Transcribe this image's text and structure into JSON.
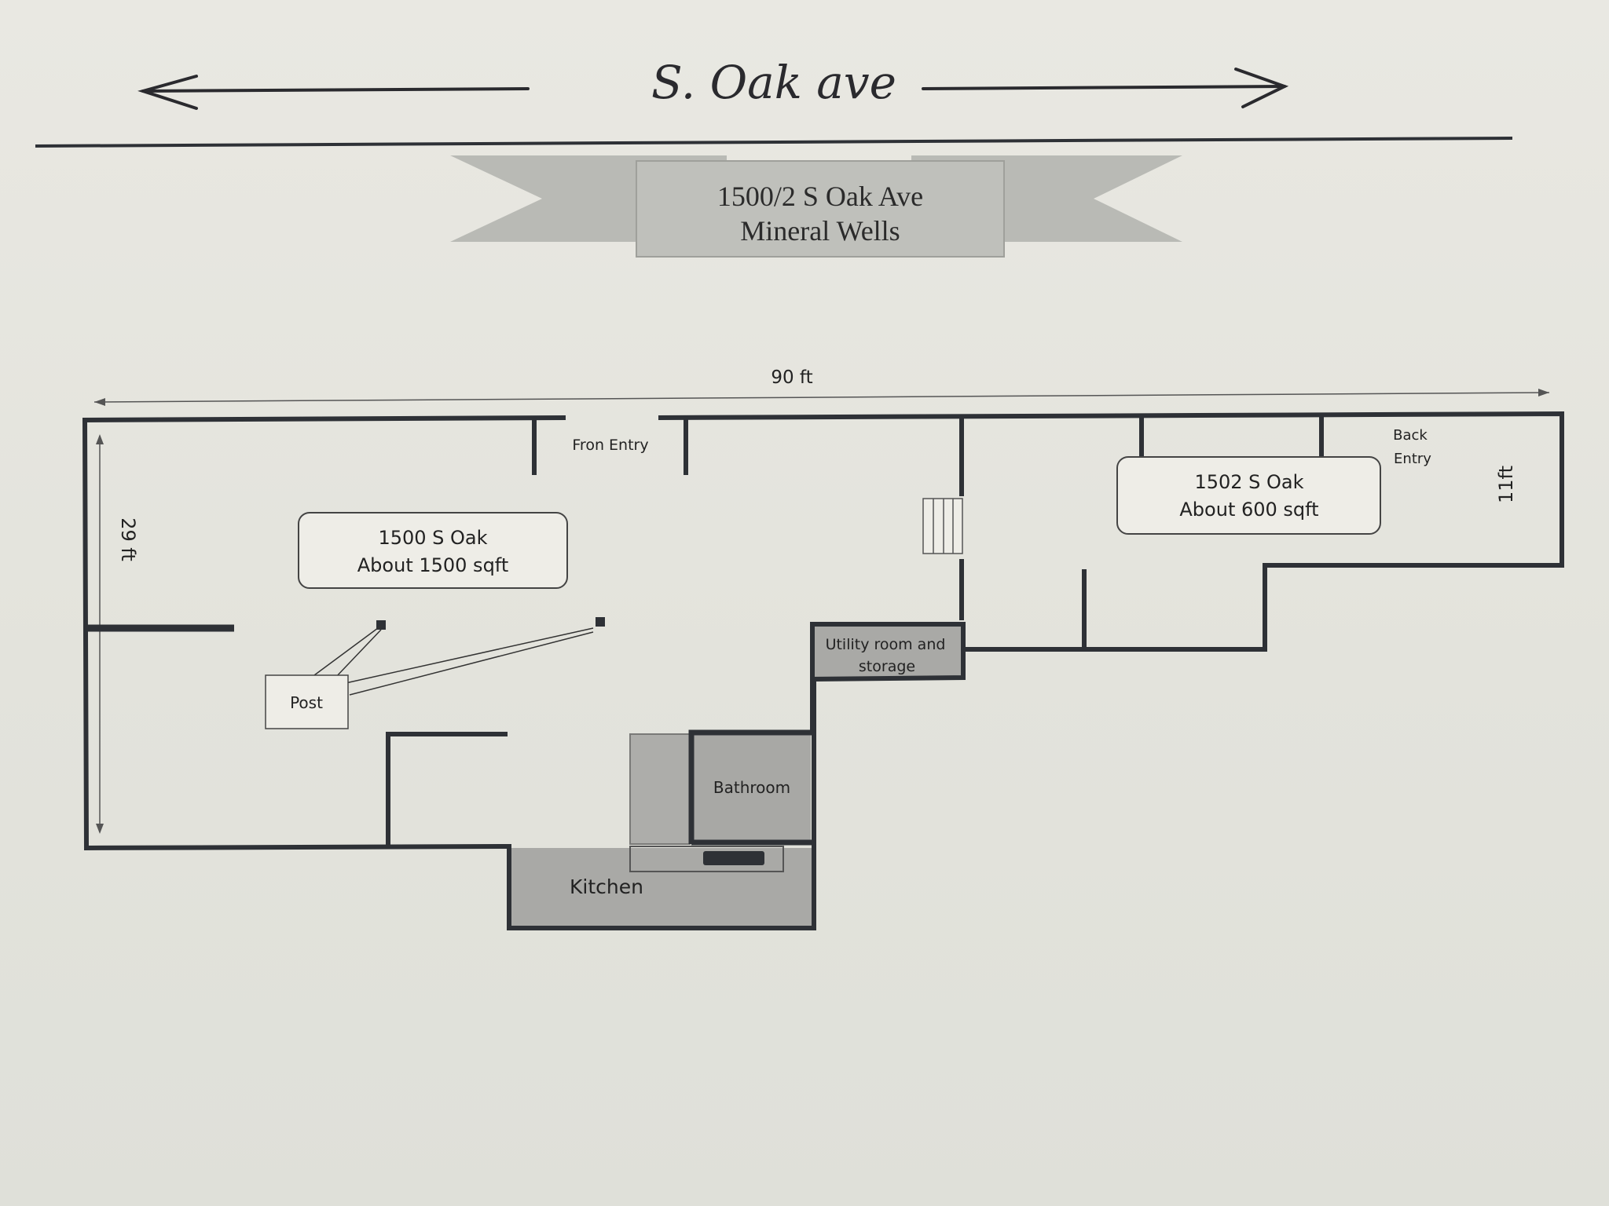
{
  "street": {
    "name": "S. Oak ave"
  },
  "banner": {
    "line1": "1500/2 S Oak Ave",
    "line2": "Mineral Wells"
  },
  "dimensions": {
    "width": "90 ft",
    "depth_left": "29 ft",
    "depth_right": "11ft"
  },
  "unit_1500": {
    "line1": "1500 S Oak",
    "line2": "About 1500 sqft"
  },
  "unit_1502": {
    "line1": "1502 S Oak",
    "line2": "About 600 sqft"
  },
  "labels": {
    "front_entry": "Fron Entry",
    "back_entry_1": "Back",
    "back_entry_2": "Entry",
    "post": "Post",
    "utility_1": "Utility room and",
    "utility_2": "storage",
    "bathroom": "Bathroom",
    "kitchen": "Kitchen"
  },
  "colors": {
    "wall": "#2e3136",
    "shade": "#a9a9a6",
    "banner": "#b9bab5"
  }
}
